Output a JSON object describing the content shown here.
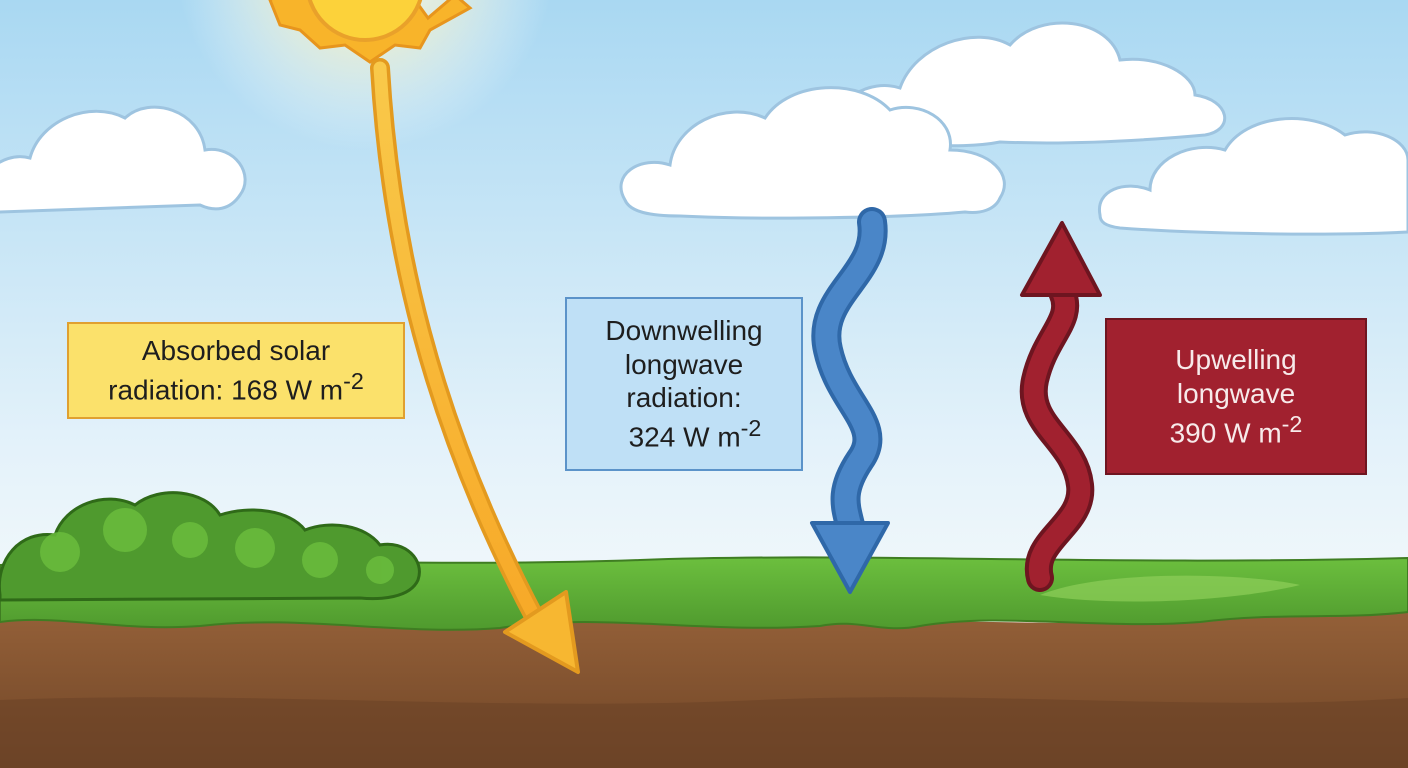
{
  "labels": {
    "solar": {
      "line1": "Absorbed solar",
      "line2_text": "radiation: 168 W m",
      "line2_sup": "-2"
    },
    "downwelling": {
      "line1": "Downwelling",
      "line2": "longwave",
      "line3": "radiation:",
      "line4_text": "324 W m",
      "line4_sup": "-2"
    },
    "upwelling": {
      "line1": "Upwelling",
      "line2": "longwave",
      "line3_text": "390 W m",
      "line3_sup": "-2"
    }
  },
  "colors": {
    "sky_top": "#a9d8f2",
    "sky_bottom": "#eef6fb",
    "sun": "#fbc531",
    "solar_arrow": "#f7b731",
    "downwelling_arrow": "#4a86c8",
    "upwelling_arrow": "#a1212f",
    "grass": "#5fae3a",
    "soil": "#8a5a34",
    "bush": "#4c8f2c"
  },
  "icons": [
    "sun-icon",
    "cloud-icon",
    "bush-icon"
  ]
}
